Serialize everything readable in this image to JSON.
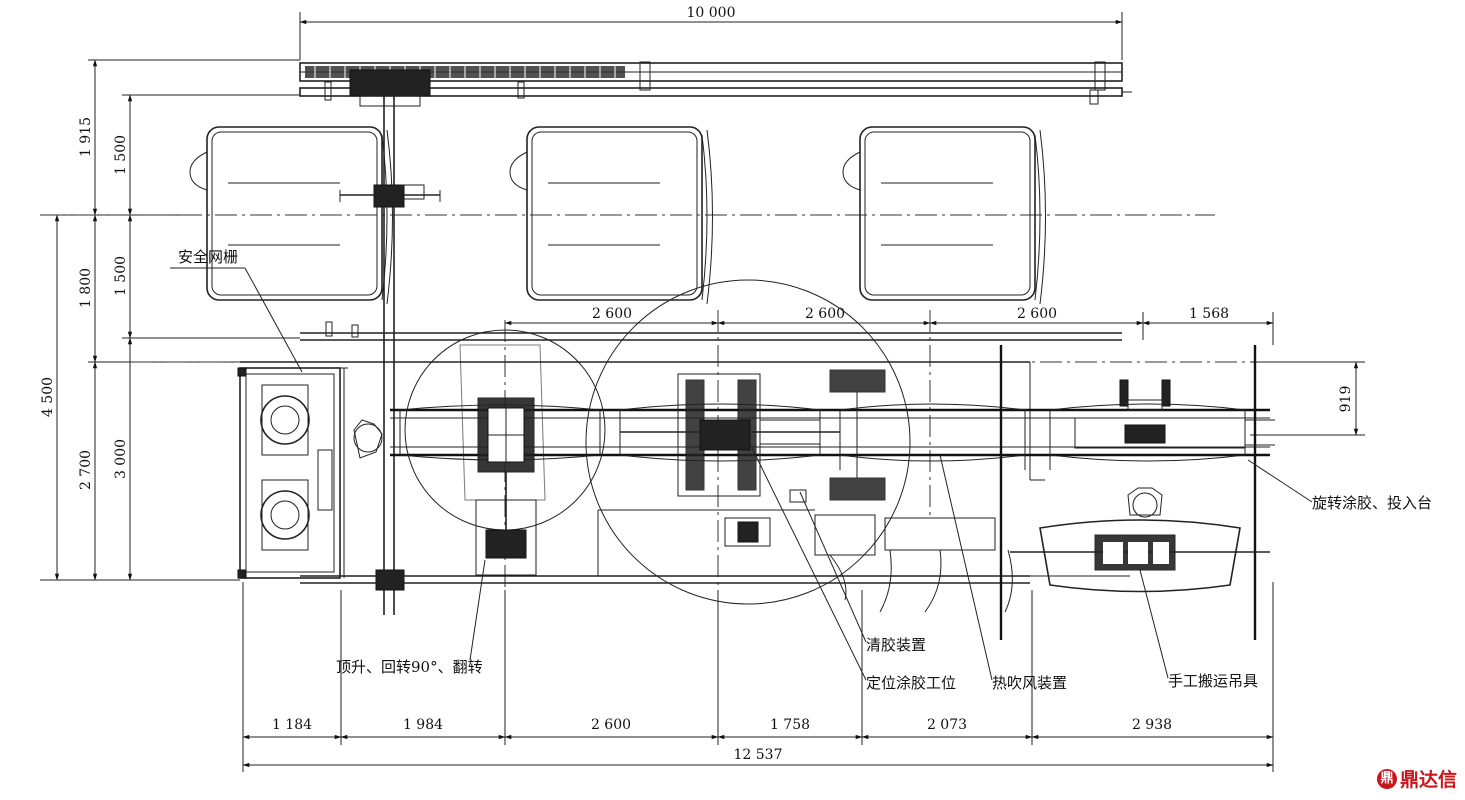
{
  "dimensions": {
    "top_total": "10 000",
    "left_1915": "1 915",
    "left_1500_a": "1 500",
    "left_1500_b": "1 500",
    "left_1800": "1 800",
    "left_4500": "4 500",
    "left_2700": "2 700",
    "left_3000": "3 000",
    "mid_2600_a": "2 600",
    "mid_2600_b": "2 600",
    "mid_2600_c": "2 600",
    "mid_1568": "1 568",
    "right_919": "919",
    "bottom_1184": "1 184",
    "bottom_1984": "1 984",
    "bottom_2600": "2 600",
    "bottom_1758": "1 758",
    "bottom_2073": "2 073",
    "bottom_2938": "2 938",
    "bottom_total": "12 537"
  },
  "labels": {
    "safety_fence": "安全网栅",
    "lift_rotate": "顶升、回转90°、翻转",
    "glue_cleaning": "清胶装置",
    "positioning_gluing": "定位涂胶工位",
    "hot_air": "热吹风装置",
    "manual_hoist": "手工搬运吊具",
    "rotary_glue_input": "旋转涂胶、投入台"
  },
  "watermark": {
    "mark": "鼎",
    "text": "鼎达信"
  }
}
